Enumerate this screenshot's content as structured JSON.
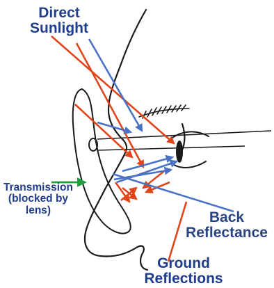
{
  "labels": {
    "direct_sunlight": [
      "Direct",
      "Sunlight"
    ],
    "transmission": [
      "Transmission",
      "(blocked by",
      "lens)"
    ],
    "back_reflectance": [
      "Back",
      "Reflectance"
    ],
    "ground_reflections": [
      "Ground",
      "Reflections"
    ]
  },
  "colors": {
    "direct_sunlight_ray": "#e0451a",
    "back_reflectance_ray": "#4a72c4",
    "transmission_ray": "#1e9e3c",
    "outline": "#1a1a1a",
    "label_blue": "#1f3d8c",
    "label_red": "#cc3300"
  }
}
